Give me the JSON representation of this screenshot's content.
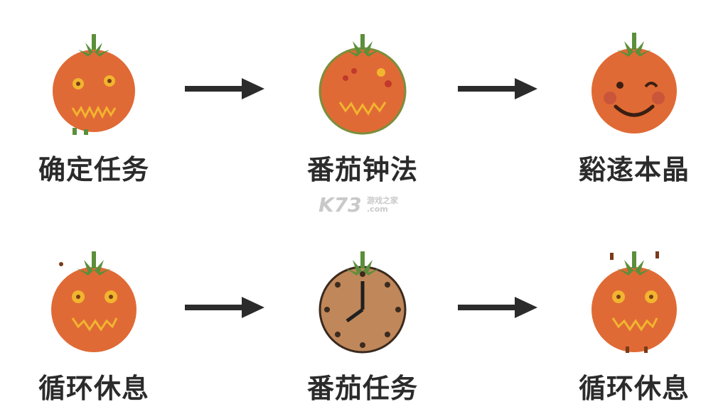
{
  "steps": [
    {
      "label": "确定任务",
      "icon": "tomato-face-icon"
    },
    {
      "label": "番茄钟法",
      "icon": "tomato-face-icon"
    },
    {
      "label": "谿逺本晶",
      "icon": "smiling-tomato-icon"
    },
    {
      "label": "循环休息",
      "icon": "tomato-face-icon"
    },
    {
      "label": "番茄任务",
      "icon": "tomato-clock-icon"
    },
    {
      "label": "循环休息",
      "icon": "tomato-face-icon"
    }
  ],
  "watermark": {
    "logo": "K73",
    "line1": "游戏之家",
    "line2": ".com"
  },
  "colors": {
    "tomato": "#e06a35",
    "stem": "#5b8f3a",
    "arrow": "#2b2b2b",
    "clock": "#c0875a"
  }
}
